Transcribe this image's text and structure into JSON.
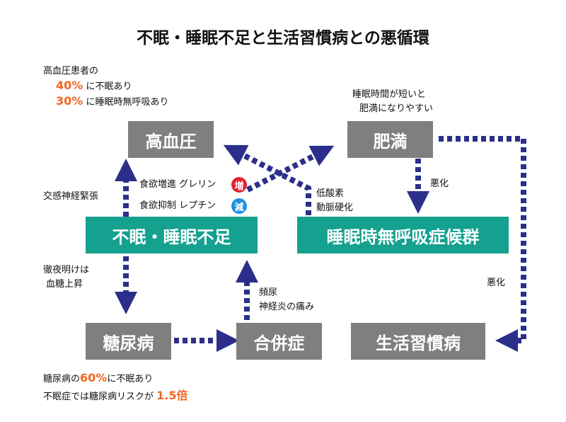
{
  "title": "不眠・睡眠不足と生活習慣病との悪循環",
  "boxes": {
    "hypertension": "高血圧",
    "obesity": "肥満",
    "insomnia": "不眠・睡眠不足",
    "sleep_apnea": "睡眠時無呼吸症候群",
    "diabetes": "糖尿病",
    "complications": "合併症",
    "lifestyle_disease": "生活習慣病"
  },
  "hypertension_note": {
    "line1": "高血圧患者の",
    "line2_value": "40%",
    "line2_text": "に不眠あり",
    "line3_value": "30%",
    "line3_text": "に睡眠時無呼吸あり"
  },
  "obesity_note": {
    "line1": "睡眠時間が短いと",
    "line2": "肥満になりやすい"
  },
  "diabetes_note": {
    "line1_a": "糖尿病の",
    "line1_value": "60%",
    "line1_b": "に不眠あり",
    "line2_a": "不眠症では糖尿病リスクが",
    "line2_value": "1.5倍"
  },
  "labels": {
    "sympathetic": "交感神経緊張",
    "ghrelin": "食欲増進 グレリン",
    "leptin": "食欲抑制 レプチン",
    "increase": "増",
    "decrease": "減",
    "hypoxia": "低酸素",
    "arteriosclerosis": "動脈硬化",
    "worsen_obesity": "悪化",
    "worsen_lifestyle": "悪化",
    "allnight_1": "徹夜明けは",
    "allnight_2": "血糖上昇",
    "urination": "頻尿",
    "neuritis": "神経炎の痛み"
  },
  "colors": {
    "gray_box": "#7f7f7f",
    "teal_box": "#14a18f",
    "arrow": "#2b2f8a",
    "highlight": "#f26522",
    "increase_badge": "#e5222d",
    "decrease_badge": "#1f8fe0"
  }
}
